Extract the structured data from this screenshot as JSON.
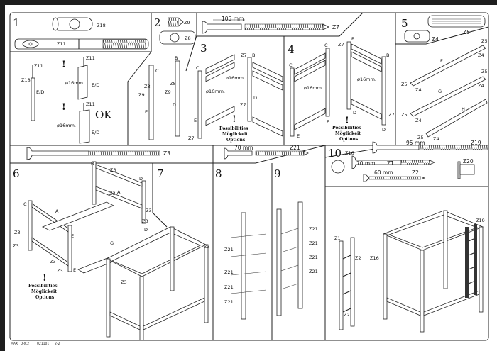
{
  "steps": {
    "s1": "1",
    "s2": "2",
    "s3": "3",
    "s4": "4",
    "s5": "5",
    "s6": "6",
    "s7": "7",
    "s8": "8",
    "s9": "9",
    "s10": "10"
  },
  "parts": {
    "z1": "Z1",
    "z2": "Z2",
    "z3": "Z3",
    "z4": "Z4",
    "z5": "Z5",
    "z7": "Z7",
    "z8": "Z8",
    "z9": "Z9",
    "z11": "Z11",
    "z16": "Z16",
    "z18": "Z18",
    "z19": "Z19",
    "z20": "Z20",
    "z21": "Z21",
    "z27": "Z7"
  },
  "measurements": {
    "z7": "105 mm",
    "z21": "70 mm",
    "z19": "95 mm",
    "z1": "70 mm",
    "z2": "60 mm"
  },
  "boards": {
    "a": "A",
    "b": "B",
    "c": "C",
    "d": "D",
    "e": "E",
    "ed": "E/D",
    "f": "F",
    "g": "G",
    "h": "H"
  },
  "notes": {
    "exclaim": "!",
    "ok": "OK",
    "drill": "ø16mm."
  },
  "options": {
    "line1": "Possibilities",
    "line2": "Möglickeit",
    "line3": "Options"
  },
  "footer": {
    "code": "MAXI_DRC2",
    "date": "021101",
    "page": "2-2"
  }
}
